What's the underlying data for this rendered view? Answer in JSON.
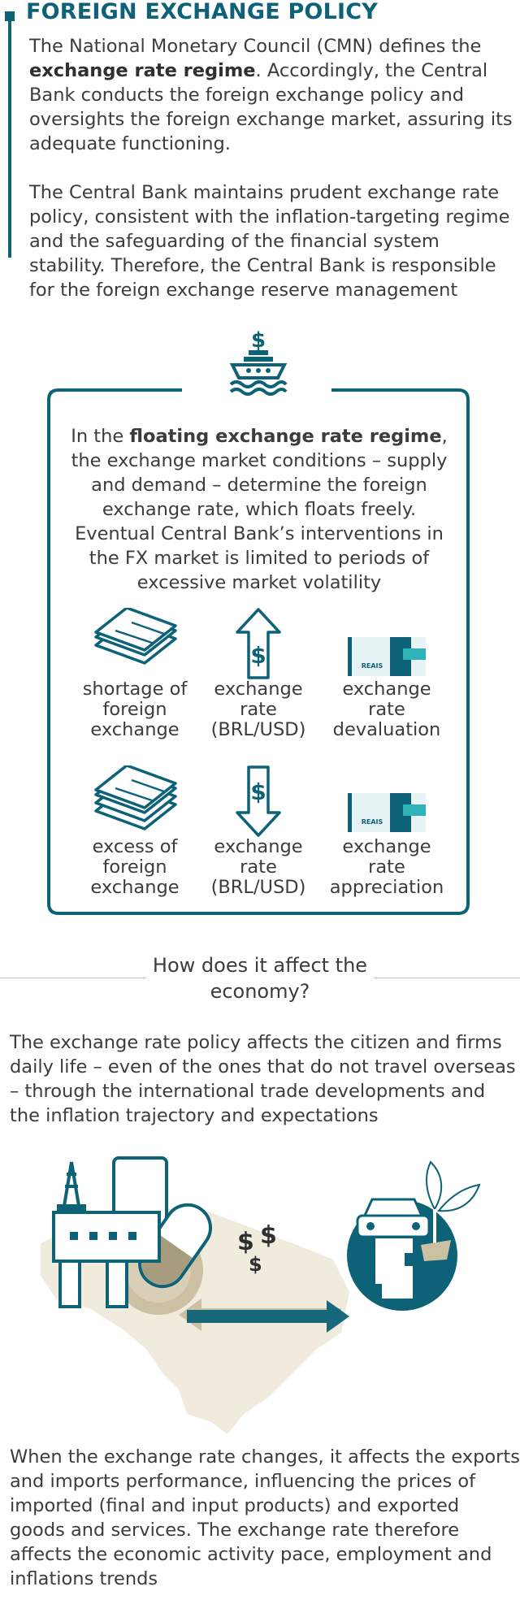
{
  "header": {
    "title": "FOREIGN EXCHANGE POLICY"
  },
  "intro": {
    "p1_part1": "The National Monetary Council (CMN) defines the ",
    "p1_bold": "exchange rate regime",
    "p1_part2": ". Accordingly, the Central Bank conducts the foreign exchange policy and oversights the foreign exchange market, assuring its adequate functioning.",
    "p2": "The Central Bank maintains prudent exchange rate policy, consistent with the inflation-targeting regime and the safeguarding of the financial system stability. Therefore, the Central Bank is responsible for the foreign exchange reserve management"
  },
  "box": {
    "text_part1": "In the ",
    "text_bold": "floating exchange rate regime",
    "text_part2": ", the exchange market conditions – supply and demand – determine the foreign exchange rate, which floats freely. Eventual Central Bank’s interventions in the FX market is limited to periods of excessive market volatility",
    "row1": {
      "c1": "shortage of foreign exchange",
      "c2": "exchange rate (BRL/USD)",
      "c3": "exchange rate devaluation"
    },
    "row2": {
      "c1": "excess of foreign exchange",
      "c2": "exchange rate (BRL/USD)",
      "c3": "exchange rate appreciation"
    },
    "banknote_label": "REAIS",
    "dollar_sign": "$"
  },
  "economy": {
    "title": "How does it affect the economy?",
    "p1": "The exchange rate policy affects the citizen and firms daily life – even of the ones that do not travel overseas – through the international trade developments and the inflation trajectory and expectations",
    "p2": "When the exchange rate changes, it affects the exports and imports performance, influencing the prices of imported (final and input products) and exported goods and services. The exchange rate therefore affects the economic activity pace, employment and inflations trends",
    "dollar_sign": "$"
  },
  "colors": {
    "teal": "#0d6278",
    "tan": "#ccc0a3",
    "tan_dark": "#a89c7e",
    "beige": "#f0ebdd",
    "aqua": "#2fb3b8"
  }
}
